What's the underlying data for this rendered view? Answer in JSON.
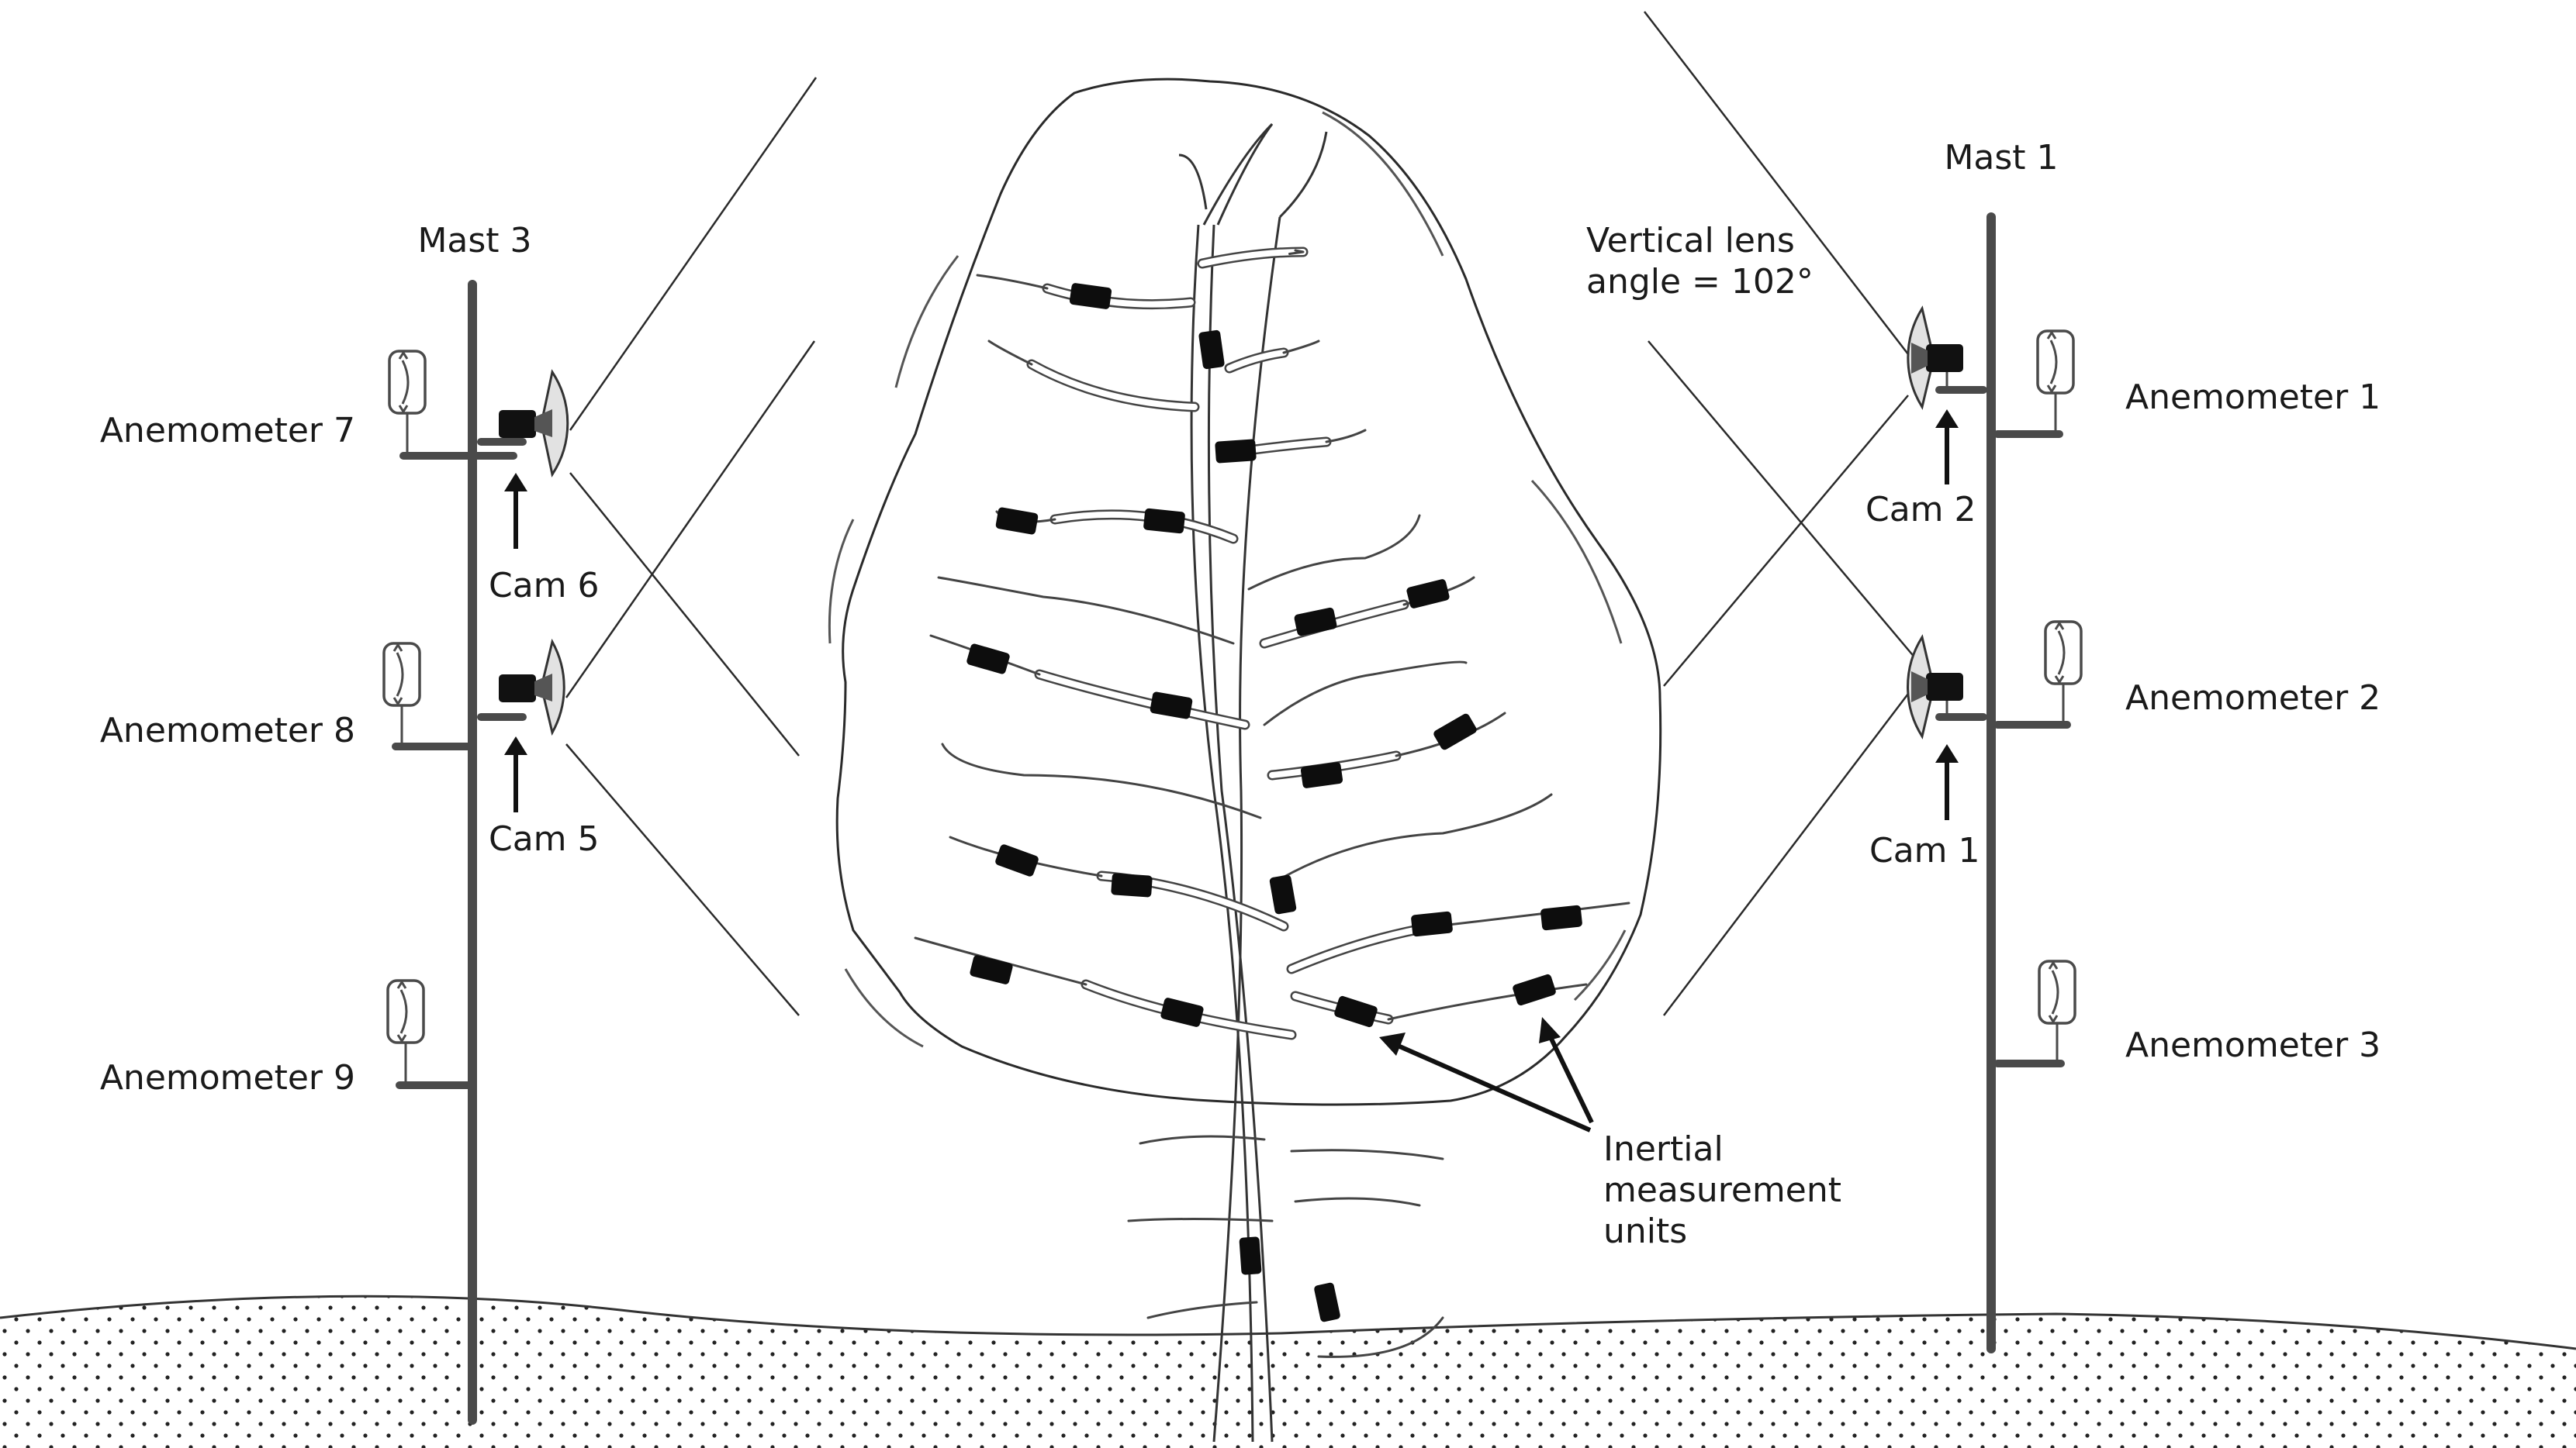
{
  "labels": {
    "mast1": "Mast 1",
    "mast3": "Mast 3",
    "lens_line1": "Vertical lens",
    "lens_line2": "angle = 102°",
    "anemometer1": "Anemometer 1",
    "anemometer2": "Anemometer 2",
    "anemometer3": "Anemometer 3",
    "anemometer7": "Anemometer 7",
    "anemometer8": "Anemometer 8",
    "anemometer9": "Anemometer 9",
    "cam1": "Cam 1",
    "cam2": "Cam 2",
    "cam5": "Cam 5",
    "cam6": "Cam 6",
    "imu_line1": "Inertial",
    "imu_line2": "measurement",
    "imu_line3": "units"
  },
  "colors": {
    "mast": "#4a4a4a",
    "camera": "#111111",
    "lens_fov": "#e2e2e2",
    "imu": "#0d0d0d",
    "ground_dots": "#222222"
  },
  "icons": [
    "anemometer-icon",
    "camera-icon",
    "arrow-up-icon",
    "imu-sensor-icon"
  ]
}
